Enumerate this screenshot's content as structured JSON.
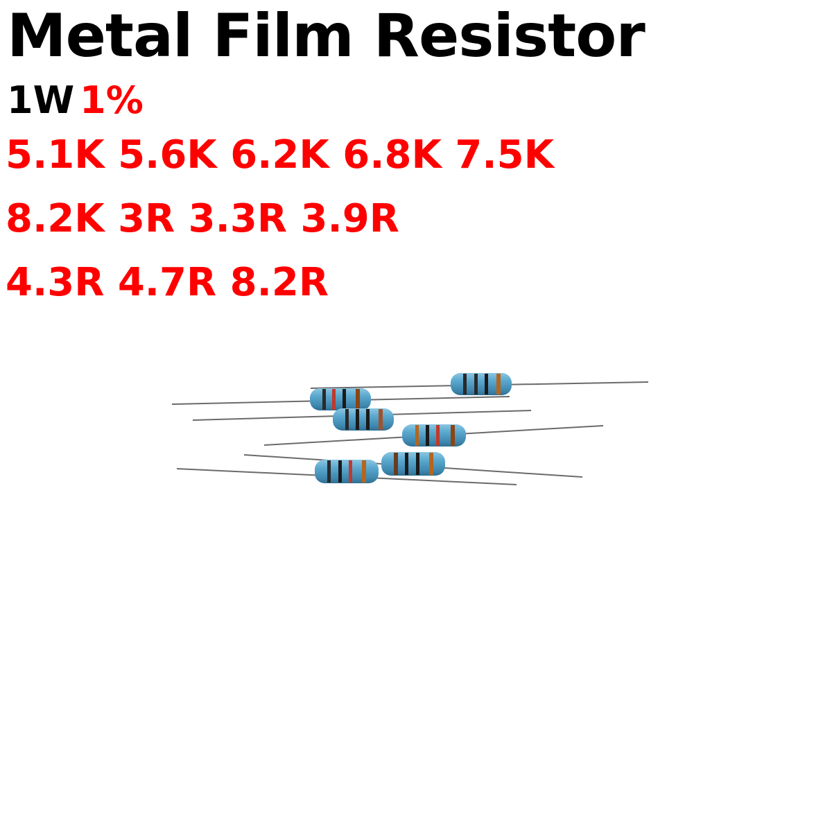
{
  "title": "Metal Film Resistor",
  "spec": {
    "power": "1W",
    "tolerance": "1%"
  },
  "values_rows": [
    "5.1K 5.6K 6.2K 6.8K 7.5K",
    "8.2K 3R 3.3R 3.9R",
    "4.3R 4.7R 8.2R"
  ],
  "colors": {
    "title": "#000000",
    "accent": "#ff0000",
    "resistor_body": "#4f9ec4",
    "lead": "#6a6a6a"
  },
  "photo": {
    "subject": "metal-film-resistors",
    "count": 6,
    "band_colors": [
      "#c0392b",
      "#1a1a1a",
      "#6b3a1f",
      "#b5651d",
      "#8b4513"
    ]
  }
}
